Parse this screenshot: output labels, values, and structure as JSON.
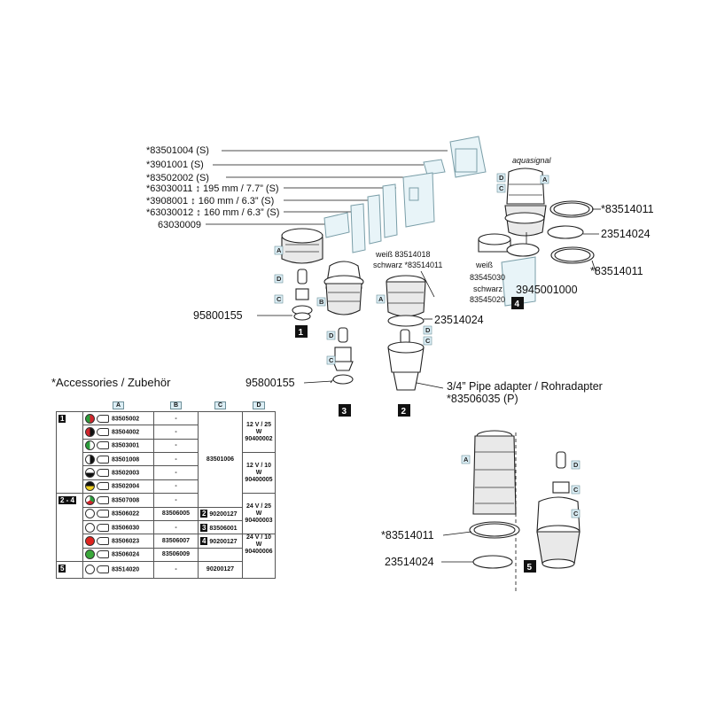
{
  "part_labels": {
    "p83501004": "*83501004 (S)",
    "p3901001": "*3901001 (S)",
    "p83502002": "*83502002 (S)",
    "p63030011": "*63030011 ↕ 195 mm / 7.7” (S)",
    "p3908001": "*3908001  ↕ 160 mm / 6.3” (S)",
    "p63030012": "*63030012 ↕ 160 mm / 6.3” (S)",
    "p63030009": "63030009",
    "weiss_83514018": "weiß 83514018",
    "schwarz_83514011": "schwarz *83514011",
    "p23514024_mid": "23514024",
    "p95800155_a": "95800155",
    "p95800155_b": "95800155",
    "pipe_adapter": "3/4” Pipe adapter / Rohradapter",
    "p83506035": "*83506035 (P)",
    "p83514011_r1": "*83514011",
    "p23514024_r": "23514024",
    "p83514011_r2": "*83514011",
    "weiss_small": "weiß",
    "p83545030": "83545030",
    "schwarz_small": "schwarz",
    "p83545020": "83545020",
    "p3945001000": "3945001000",
    "p83514011_b": "*83514011",
    "p23514024_b": "23514024",
    "brand": "aquasignal"
  },
  "assembly_numbers": [
    "1",
    "2",
    "3",
    "4",
    "5"
  ],
  "part_letters": [
    "A",
    "B",
    "C",
    "D"
  ],
  "accessories": {
    "title": "*Accessories / Zubehör",
    "columns": [
      "A",
      "B",
      "C",
      "D"
    ],
    "rows": [
      {
        "group": "1",
        "colors": [
          "#2a9d3a",
          "#d3242b"
        ],
        "a": "83505002",
        "b": "-"
      },
      {
        "group": "",
        "colors": [
          "#d3242b",
          "#111111"
        ],
        "a": "83504002",
        "b": "-"
      },
      {
        "group": "",
        "colors": [
          "#2a9d3a",
          "#ffffff"
        ],
        "a": "83503001",
        "b": "-"
      },
      {
        "group": "",
        "colors": [
          "#ffffff",
          "#111111"
        ],
        "a": "83501008",
        "b": "-"
      },
      {
        "group": "",
        "colors": [
          "#ffffff",
          "#111111"
        ],
        "a": "83502003",
        "b": "-"
      },
      {
        "group": "",
        "colors": [
          "#f0d020",
          "#111111"
        ],
        "a": "83502004",
        "b": "-"
      },
      {
        "group": "2 - 4",
        "colors": [
          "#2a9d3a",
          "#d3242b"
        ],
        "a": "83507008",
        "b": "-"
      },
      {
        "group": "",
        "colors": [
          "#ffffff",
          "#ffffff"
        ],
        "a": "83506022",
        "b": "83506005"
      },
      {
        "group": "",
        "colors": [
          "#ffffff",
          "#ffffff"
        ],
        "a": "83506030",
        "b": "-"
      },
      {
        "group": "",
        "colors": [
          "#e0241f",
          "#e0241f"
        ],
        "a": "83506023",
        "b": "83506007"
      },
      {
        "group": "",
        "colors": [
          "#3aa83a",
          "#3aa83a"
        ],
        "a": "83506024",
        "b": "83506009"
      },
      {
        "group": "5",
        "colors": [
          "#ffffff",
          "#ffffff"
        ],
        "a": "83514020",
        "b": "-",
        "c": "90200127"
      }
    ],
    "c_main": "83501006",
    "c_variants": [
      {
        "num": "2",
        "code": "90200127"
      },
      {
        "num": "3",
        "code": "83506001"
      },
      {
        "num": "4",
        "code": "90200127"
      }
    ],
    "d_values": [
      {
        "spec": "12 V / 25 W",
        "code": "90400002"
      },
      {
        "spec": "12 V / 10 W",
        "code": "90400005"
      },
      {
        "spec": "24 V / 25 W",
        "code": "90400003"
      },
      {
        "spec": "24 V / 10 W",
        "code": "90400006"
      }
    ]
  }
}
